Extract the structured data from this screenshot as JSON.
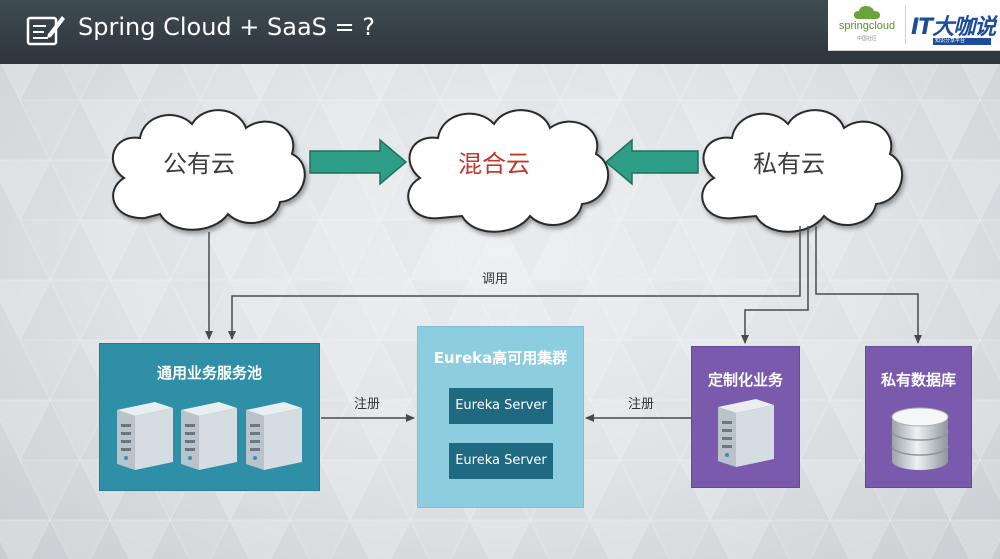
{
  "header": {
    "title": "Spring Cloud + SaaS = ?",
    "logos": {
      "spring_cloud": "springcloud",
      "spring_cloud_sub": "中国社区",
      "itdks": "IT大咖说",
      "itdks_sub": "知识分享平台"
    }
  },
  "clouds": {
    "public": "公有云",
    "hybrid": "混合云",
    "private": "私有云"
  },
  "boxes": {
    "service_pool": "通用业务服务池",
    "eureka_cluster": "Eureka高可用集群",
    "eureka_server_1": "Eureka Server",
    "eureka_server_2": "Eureka Server",
    "custom_business": "定制化业务",
    "private_db": "私有数据库"
  },
  "edge_labels": {
    "call": "调用",
    "register_left": "注册",
    "register_right": "注册"
  },
  "colors": {
    "header_bg": "#2c353b",
    "teal_box": "#2e8fa6",
    "eureka_box": "#8ccde0",
    "eureka_server": "#1f6a80",
    "purple_box": "#7a5aad",
    "arrow_green": "#2e9e86",
    "hybrid_label": "#c0392b"
  }
}
